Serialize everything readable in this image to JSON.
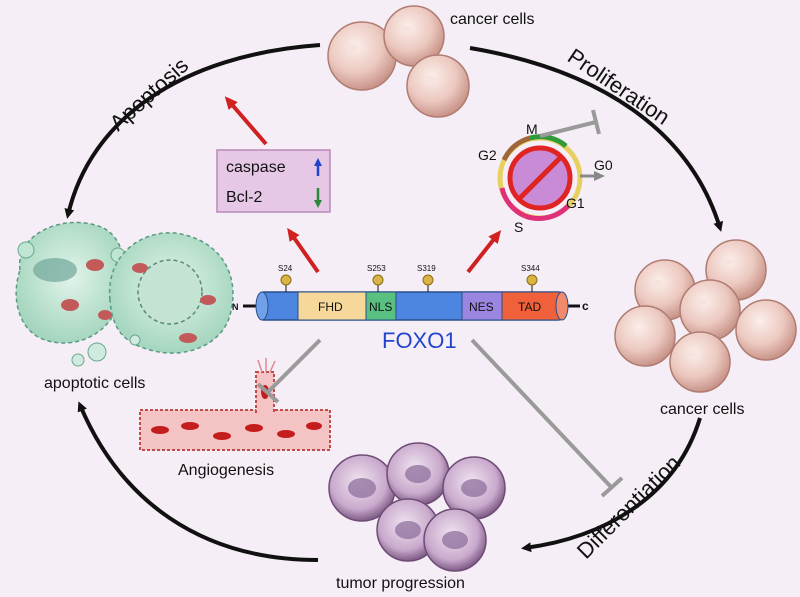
{
  "labels": {
    "cancer_cells_top": "cancer cells",
    "cancer_cells_right": "cancer cells",
    "apoptotic_cells": "apoptotic cells",
    "tumor_progression": "tumor progression",
    "angiogenesis": "Angiogenesis",
    "apoptosis": "Apoptosis",
    "proliferation": "Proliferation",
    "differentiation": "Differentiation",
    "foxo1": "FOXO1"
  },
  "markers": {
    "caspase": "caspase",
    "bcl2": "Bcl-2"
  },
  "cell_cycle": {
    "m": "M",
    "g2": "G2",
    "g0": "G0",
    "g1": "G1",
    "s": "S"
  },
  "protein": {
    "n_term": "N",
    "c_term": "c",
    "domains": {
      "fhd": "FHD",
      "nls": "NLS",
      "nes": "NES",
      "tad": "TAD"
    },
    "sites": {
      "s24": "S24",
      "s253": "S253",
      "s319": "S319",
      "s344": "S344"
    }
  },
  "colors": {
    "activation_arrow": "#d02020",
    "inhibition_line": "#9a9a9a",
    "foxo1_text": "#2244cc",
    "cycle_arrow": "#111111"
  }
}
